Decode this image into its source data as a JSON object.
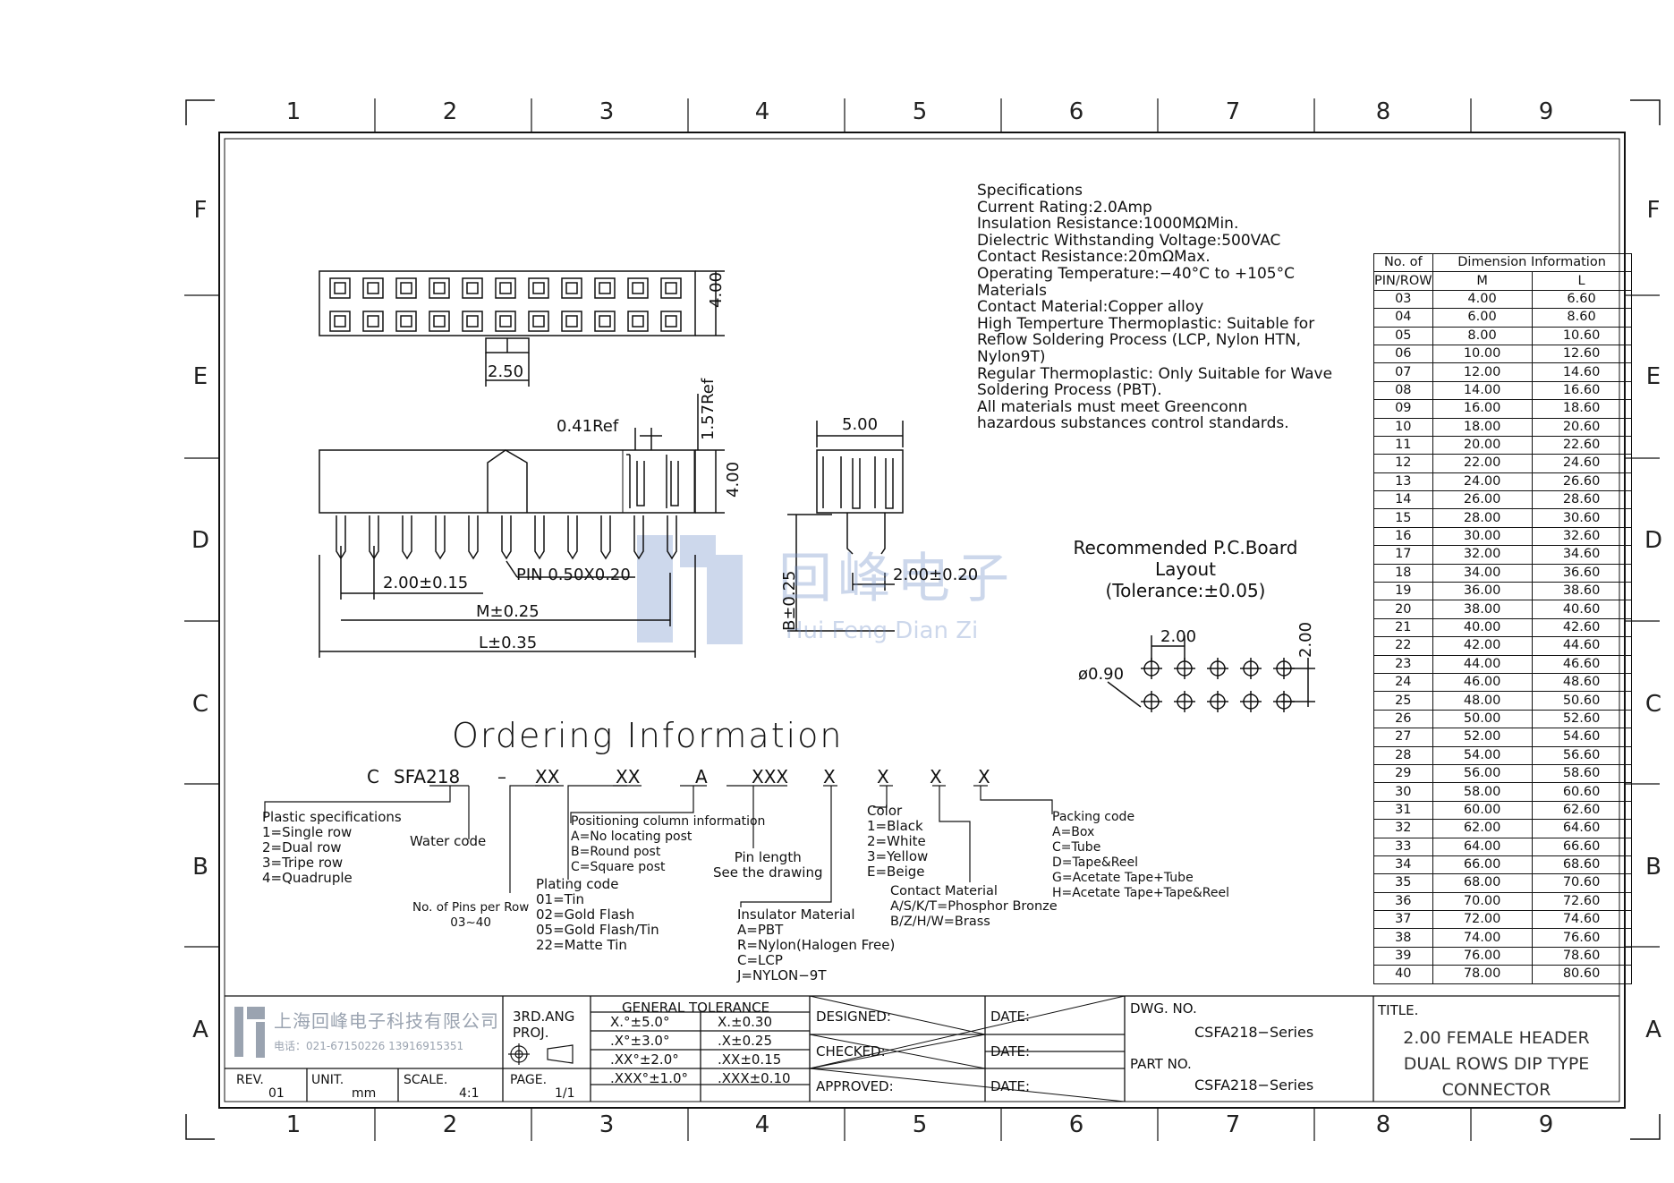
{
  "zones": {
    "columns": [
      "1",
      "2",
      "3",
      "4",
      "5",
      "6",
      "7",
      "8",
      "9"
    ],
    "rows": [
      "F",
      "E",
      "D",
      "C",
      "B",
      "A"
    ]
  },
  "specifications": [
    "Specifications",
    "Current Rating:2.0Amp",
    "Insulation Resistance:1000MΩMin.",
    "Dielectric Withstanding Voltage:500VAC",
    "Contact Resistance:20mΩMax.",
    "Operating Temperature:−40°C to +105°C",
    "Materials",
    "Contact Material:Copper alloy",
    "High Temperture Thermoplastic: Suitable for",
    "Reflow Soldering Process (LCP, Nylon HTN,",
    "Nylon9T)",
    "Regular Thermoplastic: Only Suitable for Wave",
    "Soldering Process (PBT).",
    "All materials must meet Greenconn",
    "hazardous substances control standards."
  ],
  "dimensions": {
    "top_height": "4.00",
    "top_pitch": "2.50",
    "side_ref": "0.41Ref",
    "side_ref_v": "1.57Ref",
    "side_height": "4.00",
    "pitch": "2.00±0.15",
    "pin": "PIN 0.50X0.20",
    "m": "M±0.25",
    "l": "L±0.35",
    "end_width": "5.00",
    "end_b": "B±0.25",
    "end_pitch": "2.00±0.20",
    "pcb_title": [
      "Recommended P.C.Board",
      "Layout",
      "(Tolerance:±0.05)"
    ],
    "pcb_pitch_h": "2.00",
    "pcb_pitch_v": "2.00",
    "pcb_hole": "ø0.90"
  },
  "watermark": {
    "cn": "回峰电子",
    "en": "Hui Feng Dian Zi"
  },
  "ordering": {
    "title": "Ordering Information",
    "code": [
      "C",
      "SFA218",
      "–",
      "XX",
      "XX",
      "A",
      "XXX",
      "X",
      "X",
      "X",
      "X"
    ],
    "plastic": [
      "Plastic specifications",
      "1=Single row",
      "2=Dual row",
      "3=Tripe row",
      "4=Quadruple"
    ],
    "water": "Water code",
    "pins": [
      "No. of Pins per Row",
      "03~40"
    ],
    "positioning": [
      "Positioning column information",
      "A=No locating post",
      "B=Round post",
      "C=Square post"
    ],
    "plating": [
      "Plating code",
      "01=Tin",
      "02=Gold Flash",
      "05=Gold Flash/Tin",
      "22=Matte Tin"
    ],
    "pinlen": [
      "Pin length",
      "See the drawing"
    ],
    "insulator": [
      "Insulator Material",
      "A=PBT",
      "R=Nylon(Halogen Free)",
      "C=LCP",
      "J=NYLON−9T"
    ],
    "color": [
      "Color",
      "1=Black",
      "2=White",
      "3=Yellow",
      "E=Beige"
    ],
    "contact": [
      "Contact Material",
      "A/S/K/T=Phosphor Bronze",
      "B/Z/H/W=Brass"
    ],
    "packing": [
      "Packing code",
      "A=Box",
      "C=Tube",
      "D=Tape&Reel",
      "G=Acetate Tape+Tube",
      "H=Acetate Tape+Tape&Reel"
    ]
  },
  "dim_table": {
    "header1": "No. of",
    "header2": "PIN/ROW",
    "header_info": "Dimension Information",
    "col_m": "M",
    "col_l": "L",
    "rows": [
      [
        "03",
        "4.00",
        "6.60"
      ],
      [
        "04",
        "6.00",
        "8.60"
      ],
      [
        "05",
        "8.00",
        "10.60"
      ],
      [
        "06",
        "10.00",
        "12.60"
      ],
      [
        "07",
        "12.00",
        "14.60"
      ],
      [
        "08",
        "14.00",
        "16.60"
      ],
      [
        "09",
        "16.00",
        "18.60"
      ],
      [
        "10",
        "18.00",
        "20.60"
      ],
      [
        "11",
        "20.00",
        "22.60"
      ],
      [
        "12",
        "22.00",
        "24.60"
      ],
      [
        "13",
        "24.00",
        "26.60"
      ],
      [
        "14",
        "26.00",
        "28.60"
      ],
      [
        "15",
        "28.00",
        "30.60"
      ],
      [
        "16",
        "30.00",
        "32.60"
      ],
      [
        "17",
        "32.00",
        "34.60"
      ],
      [
        "18",
        "34.00",
        "36.60"
      ],
      [
        "19",
        "36.00",
        "38.60"
      ],
      [
        "20",
        "38.00",
        "40.60"
      ],
      [
        "21",
        "40.00",
        "42.60"
      ],
      [
        "22",
        "42.00",
        "44.60"
      ],
      [
        "23",
        "44.00",
        "46.60"
      ],
      [
        "24",
        "46.00",
        "48.60"
      ],
      [
        "25",
        "48.00",
        "50.60"
      ],
      [
        "26",
        "50.00",
        "52.60"
      ],
      [
        "27",
        "52.00",
        "54.60"
      ],
      [
        "28",
        "54.00",
        "56.60"
      ],
      [
        "29",
        "56.00",
        "58.60"
      ],
      [
        "30",
        "58.00",
        "60.60"
      ],
      [
        "31",
        "60.00",
        "62.60"
      ],
      [
        "32",
        "62.00",
        "64.60"
      ],
      [
        "33",
        "64.00",
        "66.60"
      ],
      [
        "34",
        "66.00",
        "68.60"
      ],
      [
        "35",
        "68.00",
        "70.60"
      ],
      [
        "36",
        "70.00",
        "72.60"
      ],
      [
        "37",
        "72.00",
        "74.60"
      ],
      [
        "38",
        "74.00",
        "76.60"
      ],
      [
        "39",
        "76.00",
        "78.60"
      ],
      [
        "40",
        "78.00",
        "80.60"
      ]
    ]
  },
  "title_block": {
    "company_cn": "上海回峰电子科技有限公司",
    "company_tel": "电话：021-67150226 13916915351",
    "proj": [
      "3RD.ANG",
      "PROJ."
    ],
    "tolerance_title": "GENERAL TOLERANCE",
    "tolerances": [
      [
        "X.°±5.0°",
        "X.±0.30"
      ],
      [
        ".X°±3.0°",
        ".X±0.25"
      ],
      [
        ".XX°±2.0°",
        ".XX±0.15"
      ],
      [
        ".XXX°±1.0°",
        ".XXX±0.10"
      ]
    ],
    "designed": "DESIGNED:",
    "checked": "CHECKED:",
    "approved": "APPROVED:",
    "date": "DATE:",
    "dwg_no_label": "DWG. NO.",
    "dwg_no": "CSFA218−Series",
    "part_no_label": "PART NO.",
    "part_no": "CSFA218−Series",
    "title_label": "TITLE.",
    "title_lines": [
      "2.00 FEMALE HEADER",
      "DUAL ROWS DIP TYPE",
      "CONNECTOR"
    ],
    "rev_label": "REV.",
    "rev": "01",
    "unit_label": "UNIT.",
    "unit": "mm",
    "scale_label": "SCALE.",
    "scale": "4:1",
    "page_label": "PAGE.",
    "page": "1/1"
  }
}
